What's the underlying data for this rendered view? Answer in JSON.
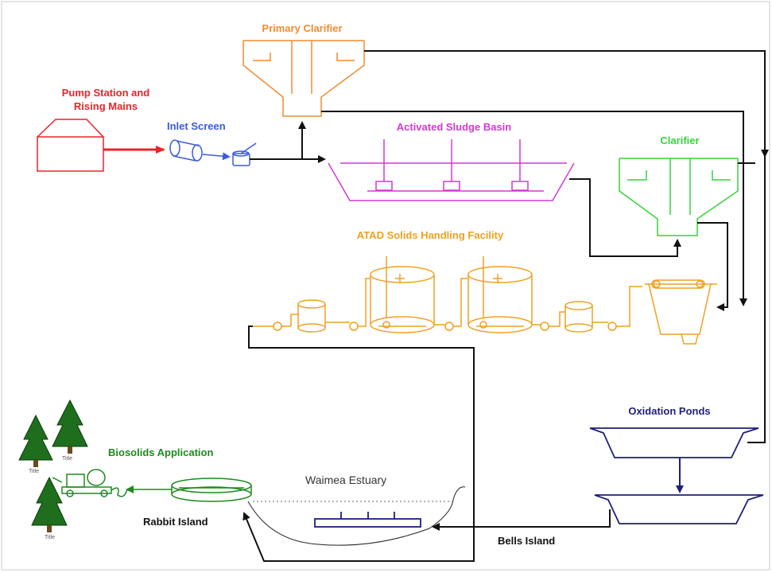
{
  "colors": {
    "pump": "#e8242a",
    "inlet": "#3b5bdb",
    "primary": "#f08c32",
    "activated": "#d23ad2",
    "clarifier": "#36d23a",
    "atad": "#f0a020",
    "oxidation": "#1f1f7a",
    "biosolids": "#1e8a1e",
    "line": "#111111"
  },
  "labels": {
    "pump_station": [
      "Pump Station and",
      "Rising Mains"
    ],
    "inlet_screen": "Inlet Screen",
    "primary_clarifier": "Primary Clarifier",
    "activated_sludge": "Activated Sludge Basin",
    "clarifier": "Clarifier",
    "atad": "ATAD Solids Handling Facility",
    "oxidation_ponds": "Oxidation Ponds",
    "biosolids": "Biosolids Application",
    "waimea_estuary": "Waimea Estuary",
    "rabbit_island": "Rabbit Island",
    "bells_island": "Bells Island",
    "tree_tag": "Title"
  },
  "icons": {
    "tree": "pine-tree-icon",
    "tractor": "tractor-spreader-icon"
  }
}
